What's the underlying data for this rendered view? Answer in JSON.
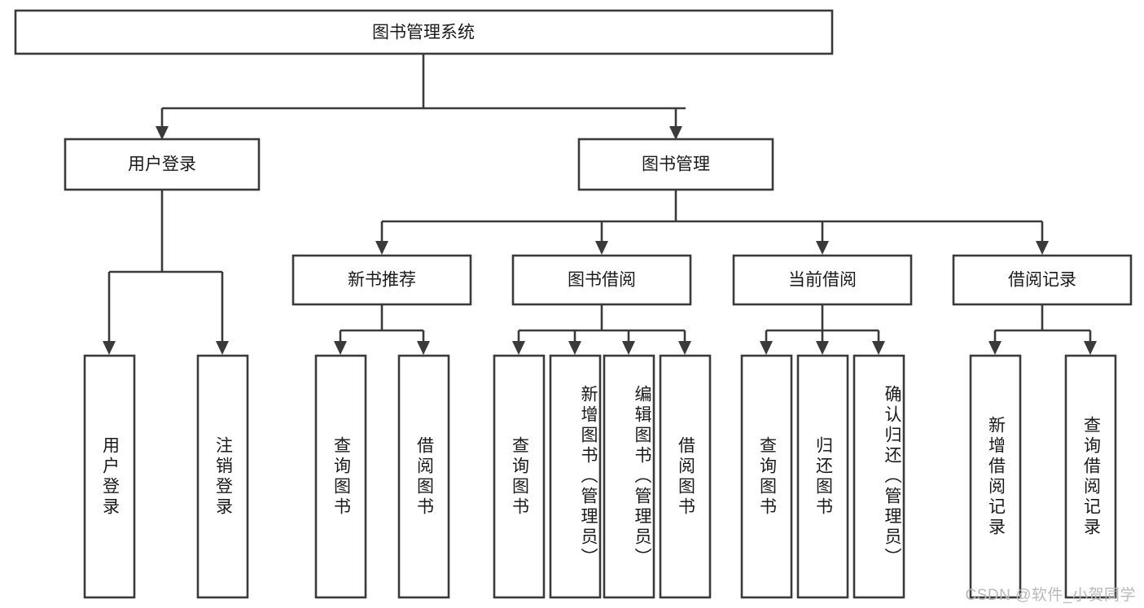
{
  "diagram": {
    "title": "图书管理系统",
    "type": "tree-hierarchy",
    "watermark": "CSDN @软件_小贺同学",
    "accent_color": "#3a3a3a",
    "background_color": "#ffffff",
    "nodes": {
      "root": {
        "label": "图书管理系统"
      },
      "level2": [
        {
          "label": "用户登录"
        },
        {
          "label": "图书管理"
        }
      ],
      "level3": [
        {
          "label": "新书推荐"
        },
        {
          "label": "图书借阅"
        },
        {
          "label": "当前借阅"
        },
        {
          "label": "借阅记录"
        }
      ],
      "leaves_user_login": [
        {
          "label": "用户登录"
        },
        {
          "label": "注销登录"
        }
      ],
      "leaves_new_book": [
        {
          "label": "查询图书"
        },
        {
          "label": "借阅图书"
        }
      ],
      "leaves_borrow": [
        {
          "label": "查询图书"
        },
        {
          "label": "新增图书（管理员）"
        },
        {
          "label": "编辑图书（管理员）"
        },
        {
          "label": "借阅图书"
        }
      ],
      "leaves_current": [
        {
          "label": "查询图书"
        },
        {
          "label": "归还图书"
        },
        {
          "label": "确认归还（管理员）"
        }
      ],
      "leaves_records": [
        {
          "label": "新增借阅记录"
        },
        {
          "label": "查询借阅记录"
        }
      ]
    }
  }
}
